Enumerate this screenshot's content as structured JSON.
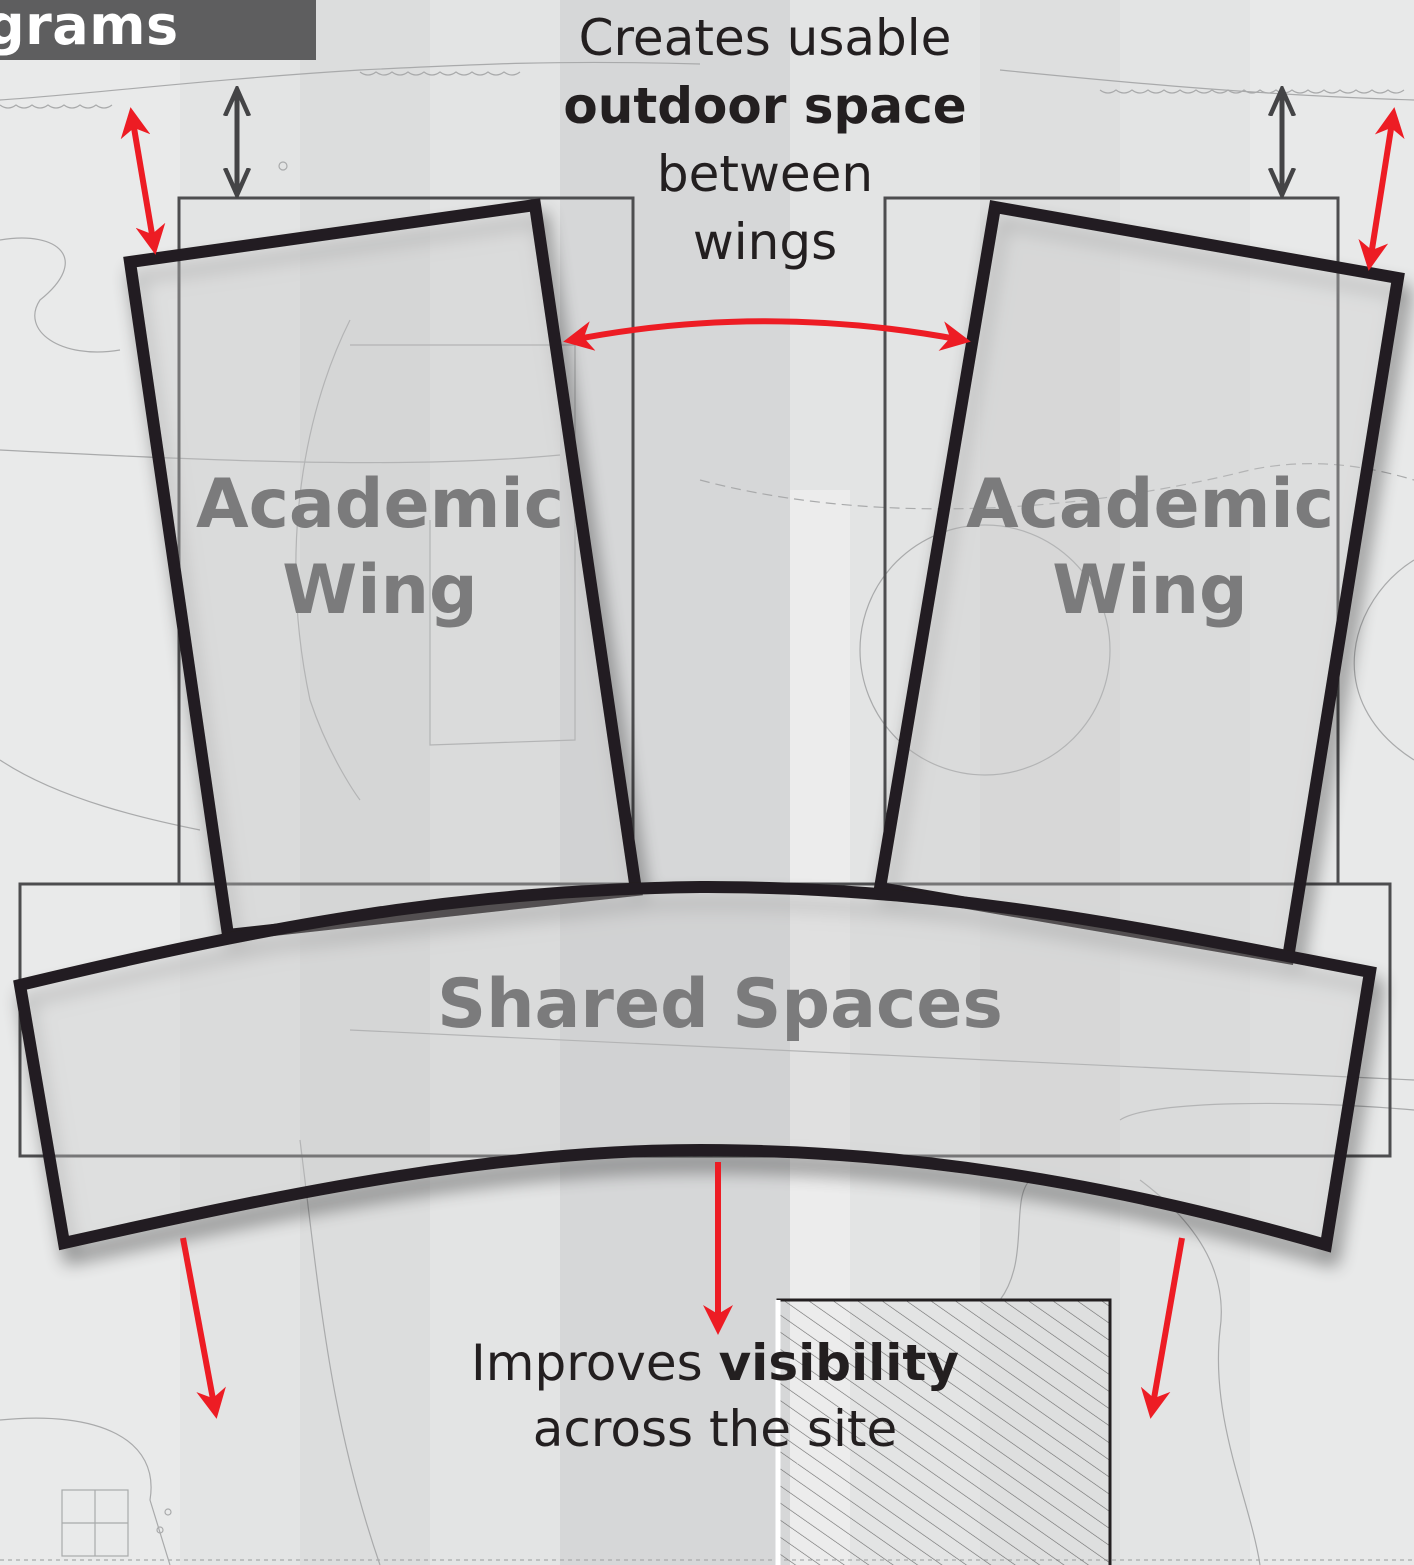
{
  "header": {
    "title": "grams"
  },
  "captions": {
    "outdoor": {
      "line1": "Creates usable",
      "line2": "outdoor space",
      "line3": "between",
      "line4": "wings"
    },
    "visibility": {
      "line1_plain": "Improves ",
      "line1_bold": "visibility",
      "line2": "across the site"
    }
  },
  "blocks": {
    "left_wing": {
      "line1": "Academic",
      "line2": "Wing"
    },
    "right_wing": {
      "line1": "Academic",
      "line2": "Wing"
    },
    "shared": {
      "label": "Shared Spaces"
    }
  },
  "colors": {
    "background": "#e3e4e4",
    "block_outline": "#231f20",
    "original_outline": "#4d4d4f",
    "arrow_red": "#ed1c24",
    "arrow_dark": "#444446",
    "label_gray": "#7b7b7c",
    "header_bg": "#5e5e5f"
  }
}
